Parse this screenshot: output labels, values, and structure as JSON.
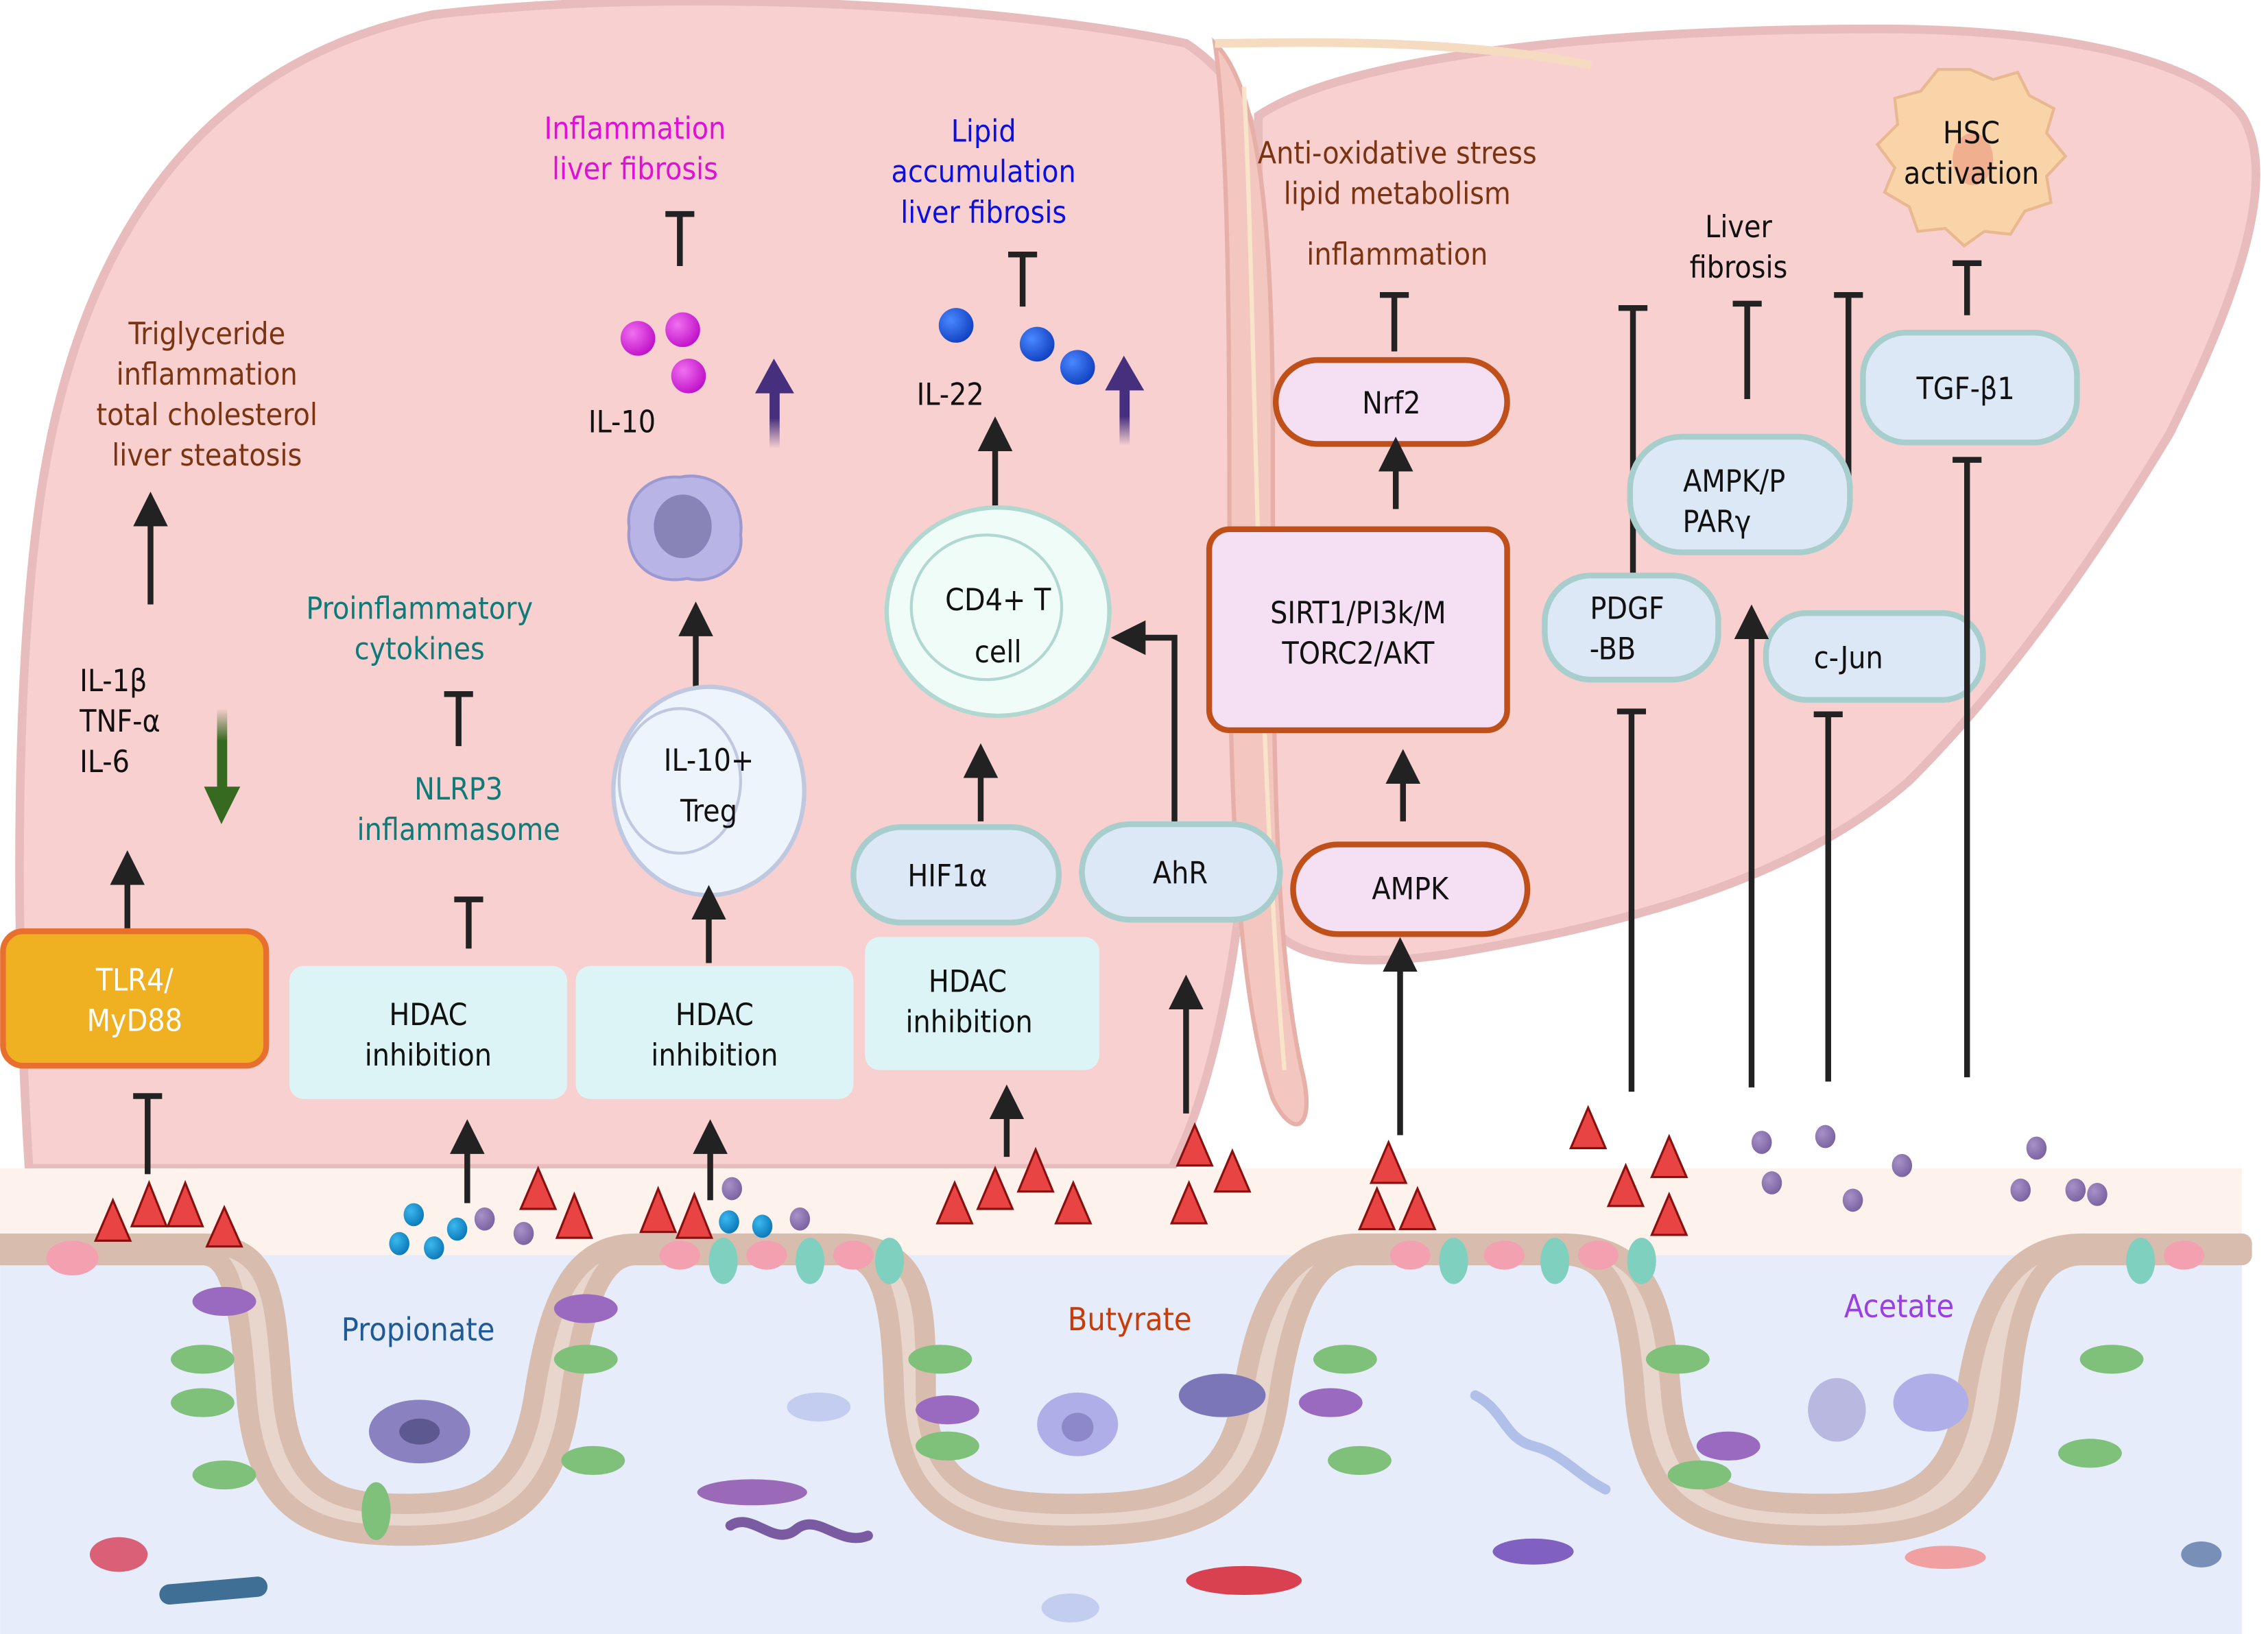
{
  "diagram": {
    "regions": {
      "liver": "liver",
      "intestine": "intestine"
    },
    "scfa_labels": {
      "propionate": "Propionate",
      "butyrate": "Butyrate",
      "acetate": "Acetate"
    },
    "colors": {
      "propionate": "#1f5a96",
      "butyrate": "#c83c0a",
      "acetate": "#9a3fe0",
      "liver": "#f9d2d2",
      "tlr_box": "#efb021",
      "tlr_border": "#e8702f",
      "hdac_box": "#dcf4f6",
      "protein_box": "#dce8f5",
      "protein_border": "#a8cdcd",
      "pathway_box": "#f4e0f2",
      "pathway_border": "#c0501a"
    },
    "pathway_1": {
      "outcome": [
        "Triglyceride",
        "inflammation",
        "total cholesterol",
        "liver steatosis"
      ],
      "cytokines": [
        "IL-1β",
        "TNF-α",
        "IL-6"
      ],
      "box": [
        "TLR4/",
        "MyD88"
      ]
    },
    "pathway_2": {
      "outcome": [
        "Proinflammatory",
        "cytokines"
      ],
      "mediator": [
        "NLRP3",
        "inflammasome"
      ],
      "box": [
        "HDAC",
        "inhibition"
      ]
    },
    "pathway_3": {
      "outcome": [
        "Inflammation",
        "liver fibrosis"
      ],
      "cytokine": "IL-10",
      "cell": [
        "IL-10+",
        "Treg"
      ],
      "box": [
        "HDAC",
        "inhibition"
      ]
    },
    "pathway_4": {
      "outcome": [
        "Lipid",
        "accumulation",
        "liver fibrosis"
      ],
      "cytokine": "IL-22",
      "cell": [
        "CD4+ T",
        "cell"
      ],
      "factor_a": "HIF1α",
      "factor_b": "AhR",
      "box": [
        "HDAC",
        "inhibition"
      ]
    },
    "pathway_5": {
      "outcome": [
        "Anti-oxidative stress",
        "lipid metabolism"
      ],
      "outcome2": "inflammation",
      "nrf2": "Nrf2",
      "complex": [
        "SIRT1/PI3k/M",
        "TORC2/AKT"
      ],
      "ampk": "AMPK"
    },
    "pathway_6": {
      "outcome": [
        "Liver",
        "fibrosis"
      ],
      "hsc": [
        "HSC",
        "activation"
      ],
      "tgf": "TGF-β1",
      "ampk_ppar": [
        "AMPK/P",
        "PARγ"
      ],
      "pdgf": [
        "PDGF",
        "-BB"
      ],
      "cjun": "c-Jun"
    }
  }
}
